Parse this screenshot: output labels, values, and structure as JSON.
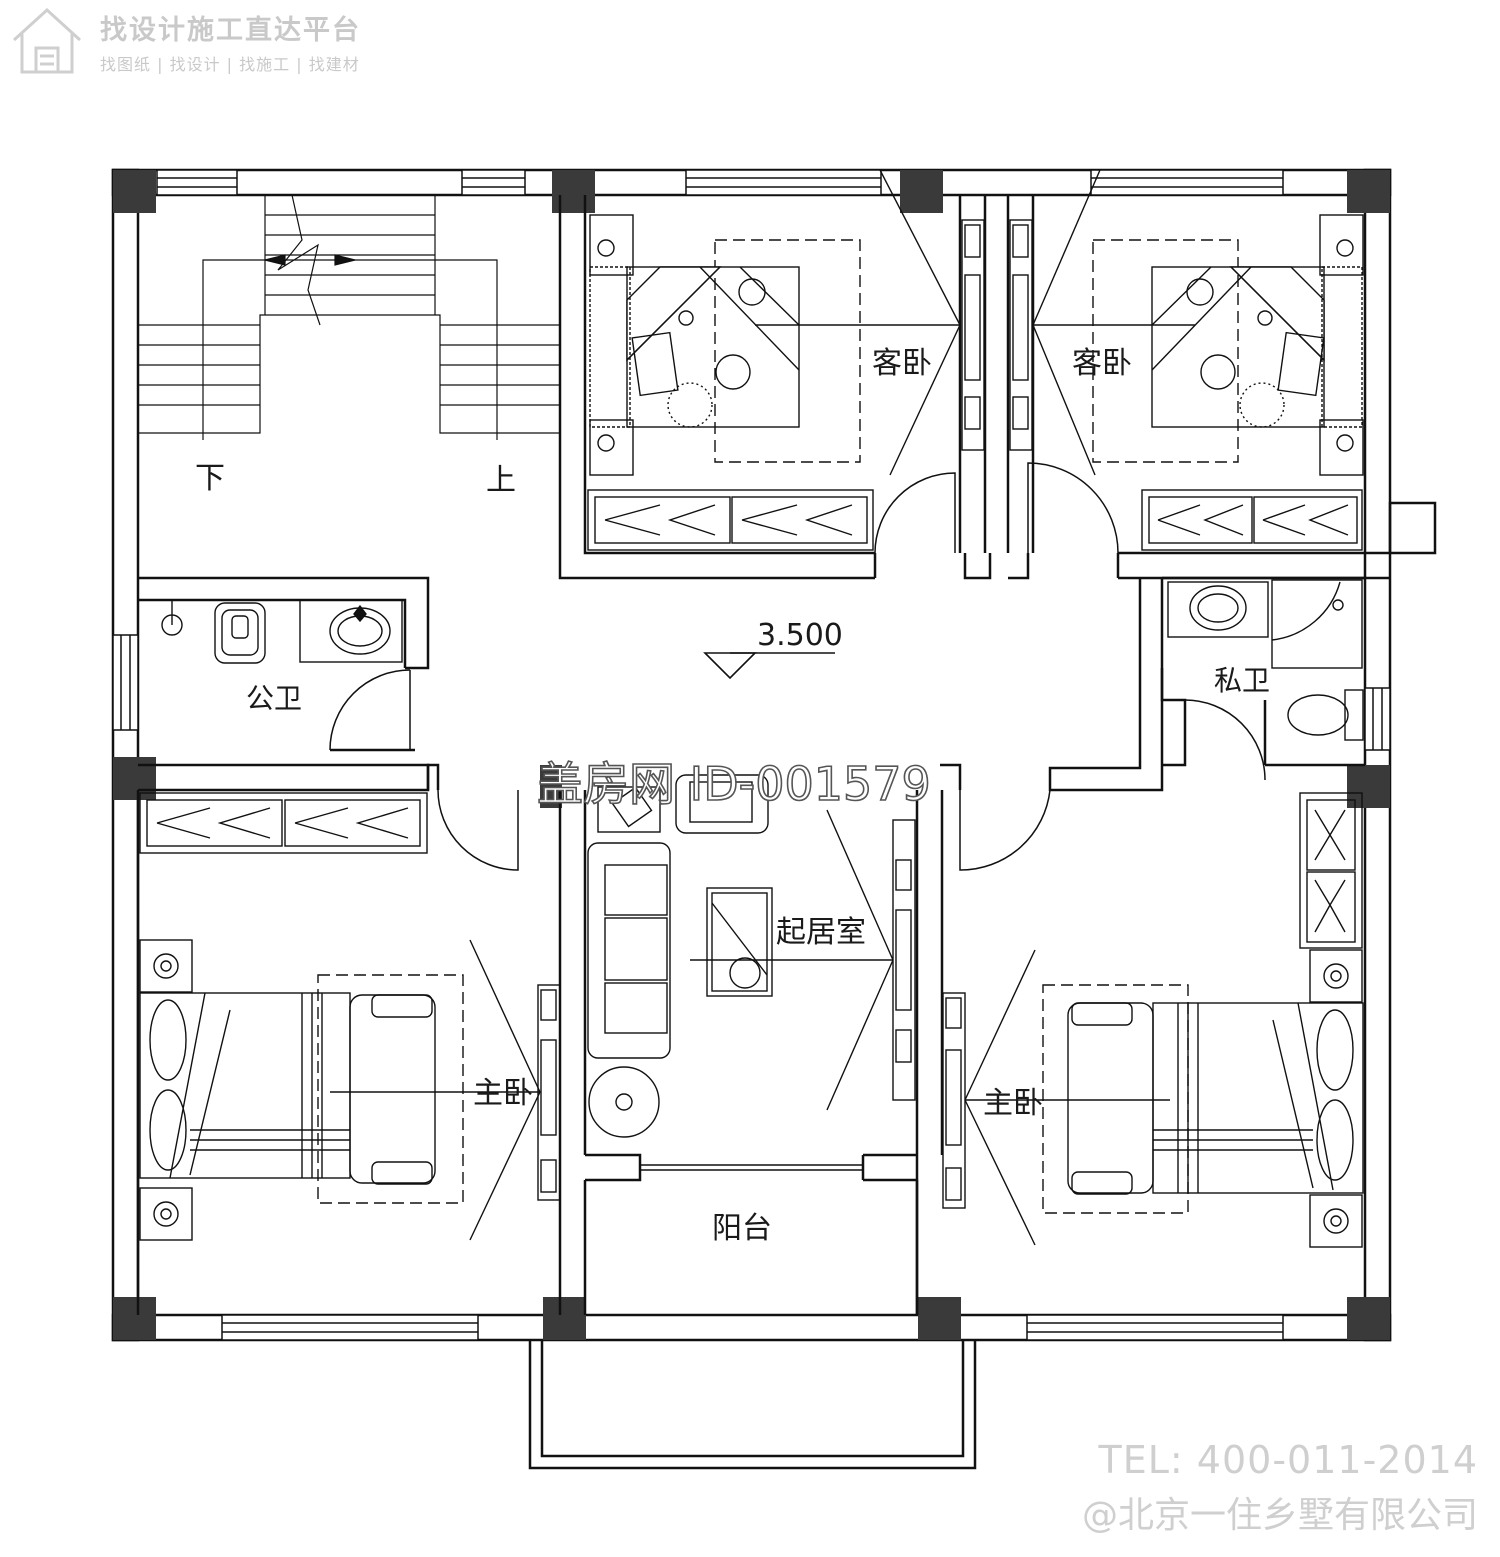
{
  "brand": {
    "title": "找设计施工直达平台",
    "subtitle": "找图纸 | 找设计 | 找施工 | 找建材"
  },
  "rooms": {
    "guest_left": "客卧",
    "guest_right": "客卧",
    "public_bath": "公卫",
    "private_bath": "私卫",
    "living": "起居室",
    "master_left": "主卧",
    "master_right": "主卧",
    "balcony": "阳台",
    "stair_down": "下",
    "stair_up": "上"
  },
  "elevation": "3.500",
  "watermark_center": "盖房网 ID-001579",
  "footer": {
    "tel": "TEL: 400-011-2014",
    "copyright": "@北京一住乡墅有限公司"
  }
}
